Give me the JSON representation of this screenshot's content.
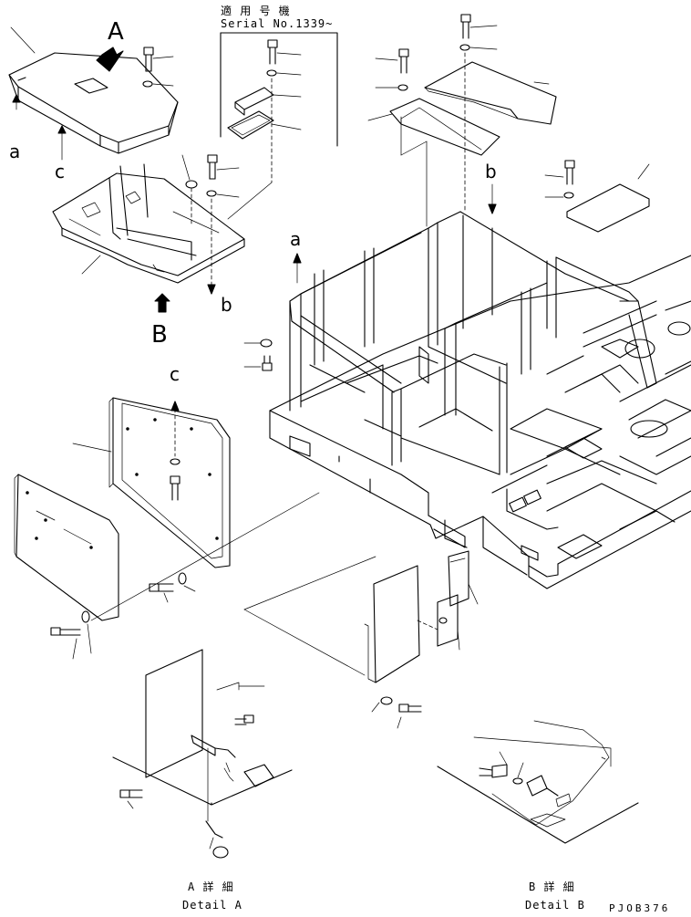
{
  "serial_note": {
    "jp": "適 用 号 機",
    "en": "Serial No.1339~"
  },
  "view_labels": {
    "A": "A",
    "B": "B",
    "a_top": "a",
    "a_frame": "a",
    "b_floor": "b",
    "b_frame": "b",
    "c_cover": "c",
    "c_door": "c"
  },
  "detail_a": {
    "jp": "A 詳 細",
    "en": "Detail A"
  },
  "detail_b": {
    "jp": "B 詳 細",
    "en": "Detail B"
  },
  "drawing_code": "PJOB376",
  "icons": {
    "view_arrow": "hollow-arrow-icon",
    "view_arrow_solid": "solid-arrow-icon"
  }
}
